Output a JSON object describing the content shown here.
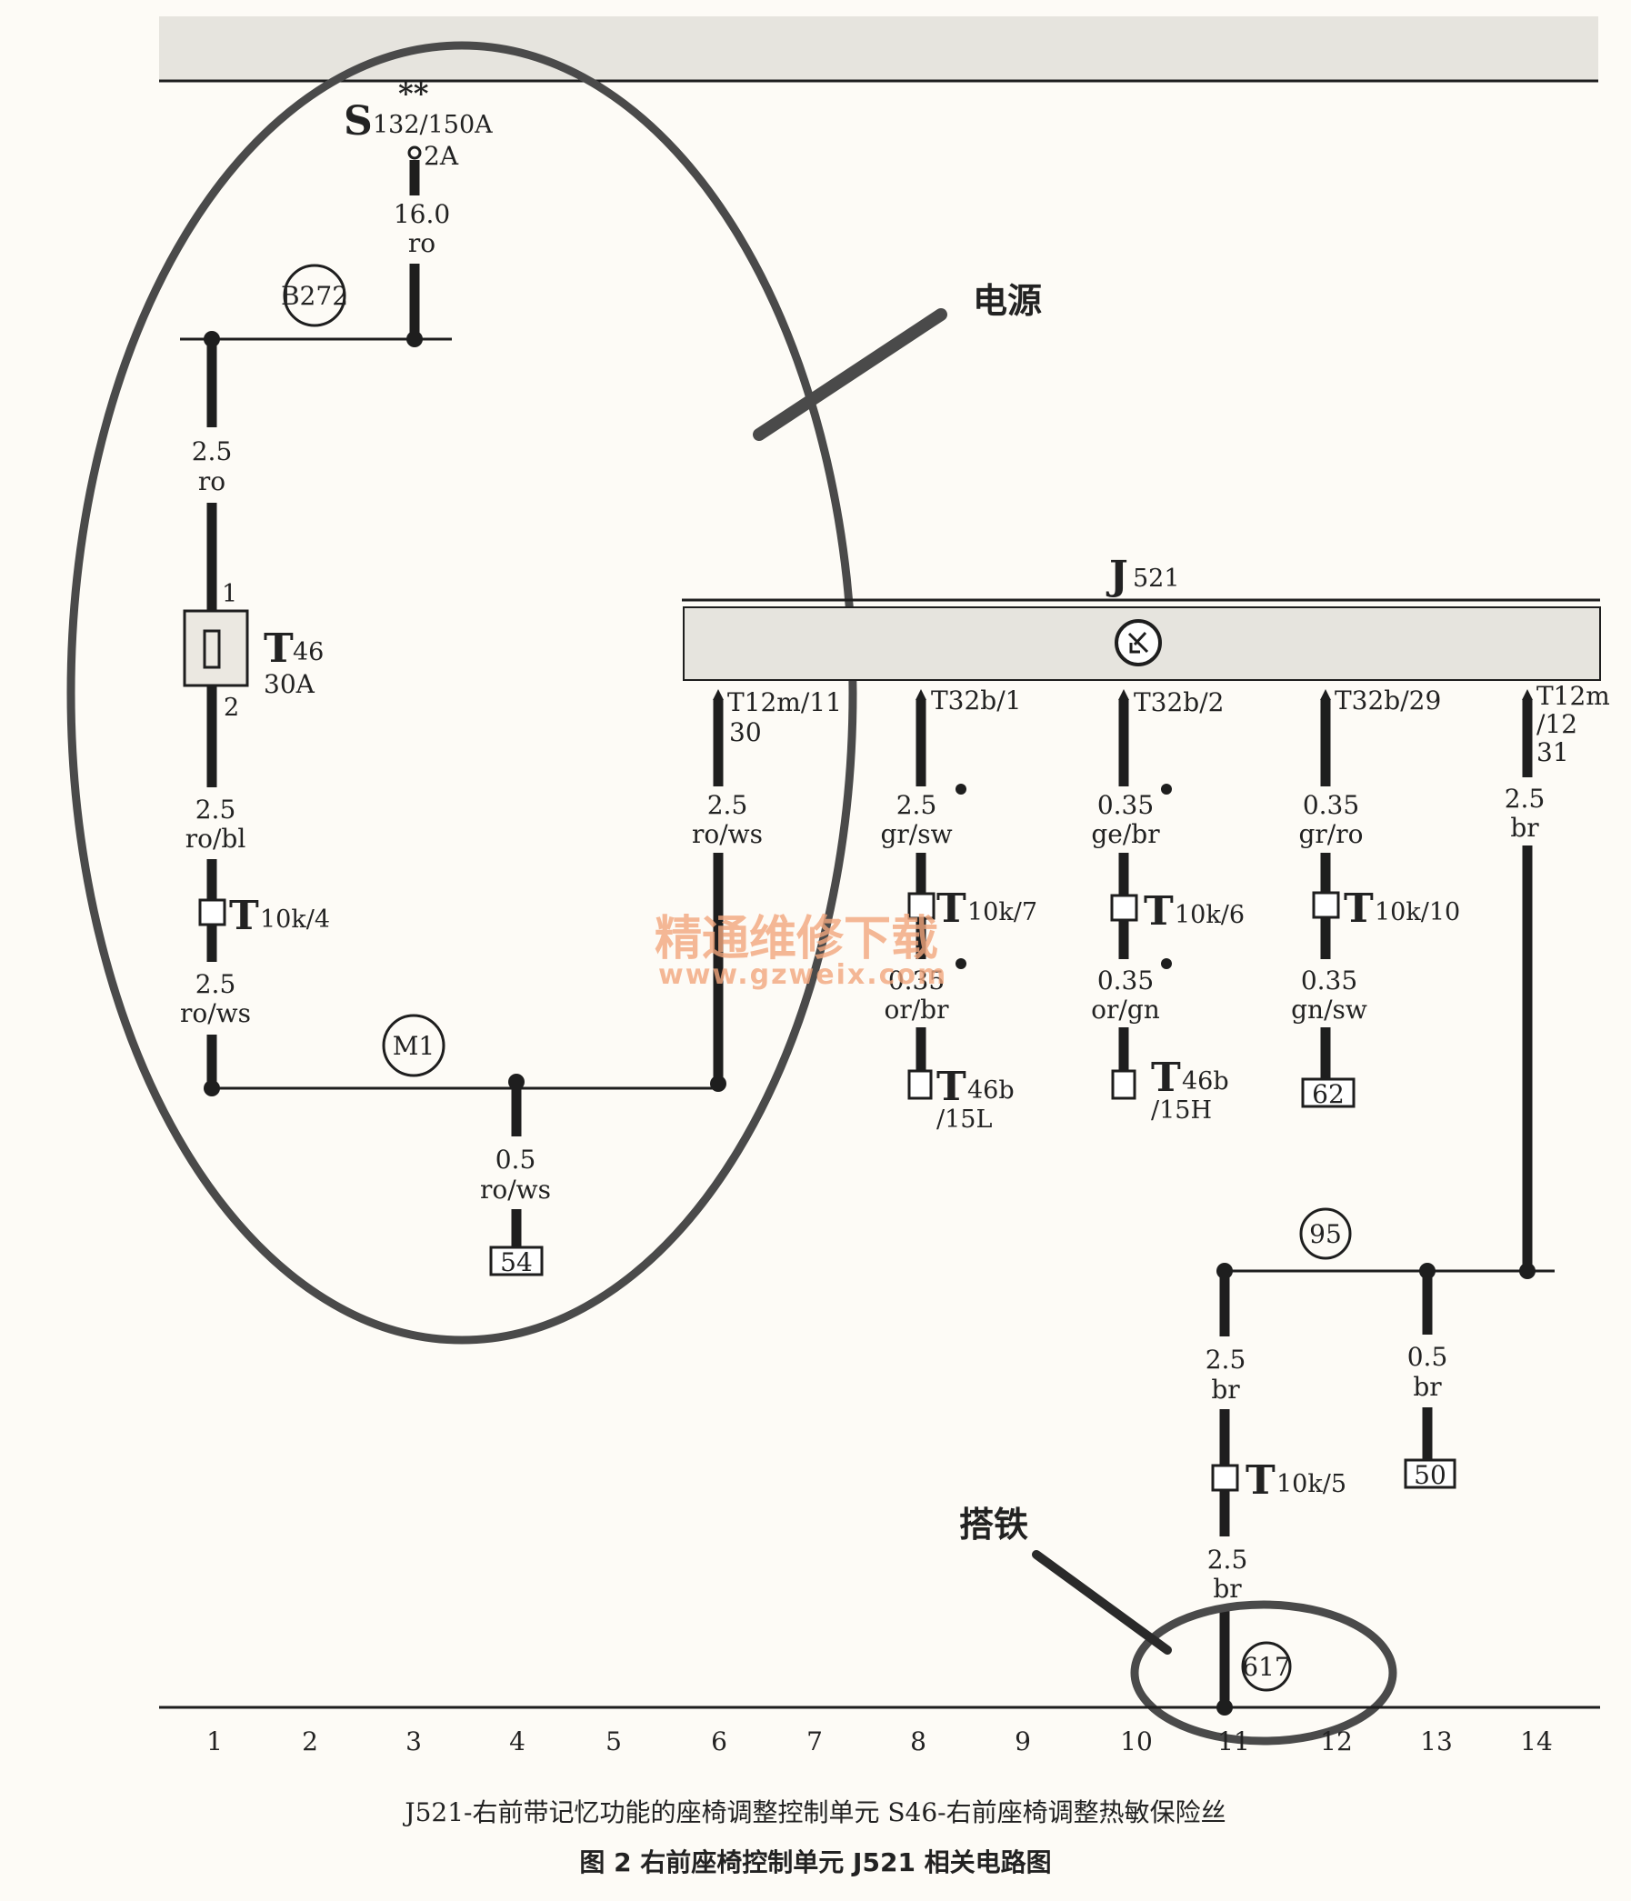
{
  "power_bar_top": "",
  "fuse_s": {
    "letter": "S",
    "name": "132/150A",
    "stars": "**",
    "rating": "2A"
  },
  "wire_s_top": {
    "gauge": "16.0",
    "color": "ro"
  },
  "node_b272": "B272",
  "wire_l1": {
    "gauge": "2.5",
    "color": "ro"
  },
  "fuse_t46": {
    "letter": "T",
    "name": "46",
    "rating": "30A",
    "pin1": "1",
    "pin2": "2"
  },
  "wire_l2": {
    "gauge": "2.5",
    "color": "ro/bl"
  },
  "conn_t10k4": {
    "letter": "T",
    "name": "10k/4"
  },
  "wire_l3": {
    "gauge": "2.5",
    "color": "ro/ws"
  },
  "node_m1": "M1",
  "wire_54": {
    "gauge": "0.5",
    "color": "ro/ws",
    "ref": "54"
  },
  "label_power": "电源",
  "label_ground": "搭铁",
  "module": {
    "letter": "J",
    "name": "521"
  },
  "pins": [
    {
      "pin": "T12m/11",
      "extra": "30",
      "gauge": "2.5",
      "color": "ro/ws"
    },
    {
      "pin": "T32b/1",
      "gauge": "2.5",
      "color": "gr/sw",
      "conn": "10k/7",
      "gauge2": "0.35",
      "color2": "or/br",
      "end": "46b",
      "end2": "/15L"
    },
    {
      "pin": "T32b/2",
      "gauge": "0.35",
      "color": "ge/br",
      "conn": "10k/6",
      "gauge2": "0.35",
      "color2": "or/gn",
      "end": "46b",
      "end2": "/15H"
    },
    {
      "pin": "T32b/29",
      "gauge": "0.35",
      "color": "gr/ro",
      "conn": "10k/10",
      "gauge2": "0.35",
      "color2": "gn/sw",
      "ref": "62"
    },
    {
      "pin": "T12m",
      "pin2": "/12",
      "extra": "31",
      "gauge": "2.5",
      "color": "br"
    }
  ],
  "node_95": "95",
  "wire_g1": {
    "gauge": "2.5",
    "color": "br"
  },
  "wire_50": {
    "gauge": "0.5",
    "color": "br",
    "ref": "50"
  },
  "conn_t10k5": {
    "letter": "T",
    "name": "10k/5"
  },
  "wire_g2": {
    "gauge": "2.5",
    "color": "br"
  },
  "node_617": "617",
  "columns": [
    "1",
    "2",
    "3",
    "4",
    "5",
    "6",
    "7",
    "8",
    "9",
    "10",
    "11",
    "12",
    "13",
    "14"
  ],
  "watermark": {
    "cn": "精通维修下载",
    "url": "www.gzweix.com"
  },
  "caption_legend": "J521-右前带记忆功能的座椅调整控制单元    S46-右前座椅调整热敏保险丝",
  "caption_title": "图 2    右前座椅控制单元 J521 相关电路图",
  "colors": {
    "ink": "#1e1e1e",
    "band": "#e6e4de",
    "ellipse": "#4a4a4a",
    "watermark": "#f2a77e"
  }
}
